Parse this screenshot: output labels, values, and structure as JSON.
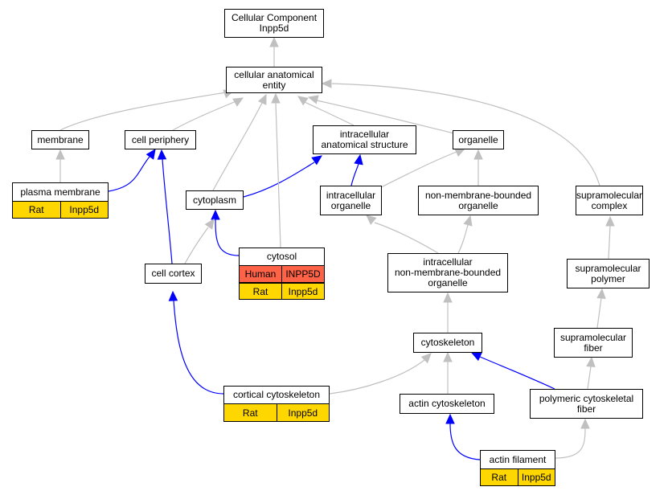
{
  "nodes": {
    "root": "Cellular Component\nInpp5d",
    "cae": "cellular anatomical\nentity",
    "membrane": "membrane",
    "cell_periphery": "cell periphery",
    "ias": "intracellular\nanatomical structure",
    "organelle": "organelle",
    "plasma_membrane": "plasma membrane",
    "cytoplasm": "cytoplasm",
    "intra_org": "intracellular\norganelle",
    "nmbo": "non-membrane-bounded\norganelle",
    "smc": "supramolecular\ncomplex",
    "cytosol": "cytosol",
    "cell_cortex": "cell cortex",
    "inmbo": "intracellular\nnon-membrane-bounded\norganelle",
    "smp": "supramolecular\npolymer",
    "smf": "supramolecular\nfiber",
    "cytoskeleton": "cytoskeleton",
    "cortical": "cortical cytoskeleton",
    "actin_cyto": "actin cytoskeleton",
    "pcf": "polymeric cytoskeletal\nfiber",
    "actin_fil": "actin filament"
  },
  "annotations": {
    "plasma_membrane": [
      {
        "species": "Rat",
        "gene": "Inpp5d"
      }
    ],
    "cytosol": [
      {
        "species": "Human",
        "gene": "INPP5D"
      },
      {
        "species": "Rat",
        "gene": "Inpp5d"
      }
    ],
    "cortical": [
      {
        "species": "Rat",
        "gene": "Inpp5d"
      }
    ],
    "actin_fil": [
      {
        "species": "Rat",
        "gene": "Inpp5d"
      }
    ]
  },
  "colors": {
    "rat": "#ffd700",
    "human": "#ff6347",
    "is_a_edge": "#c0c0c0",
    "part_of_edge": "#0000ff"
  }
}
